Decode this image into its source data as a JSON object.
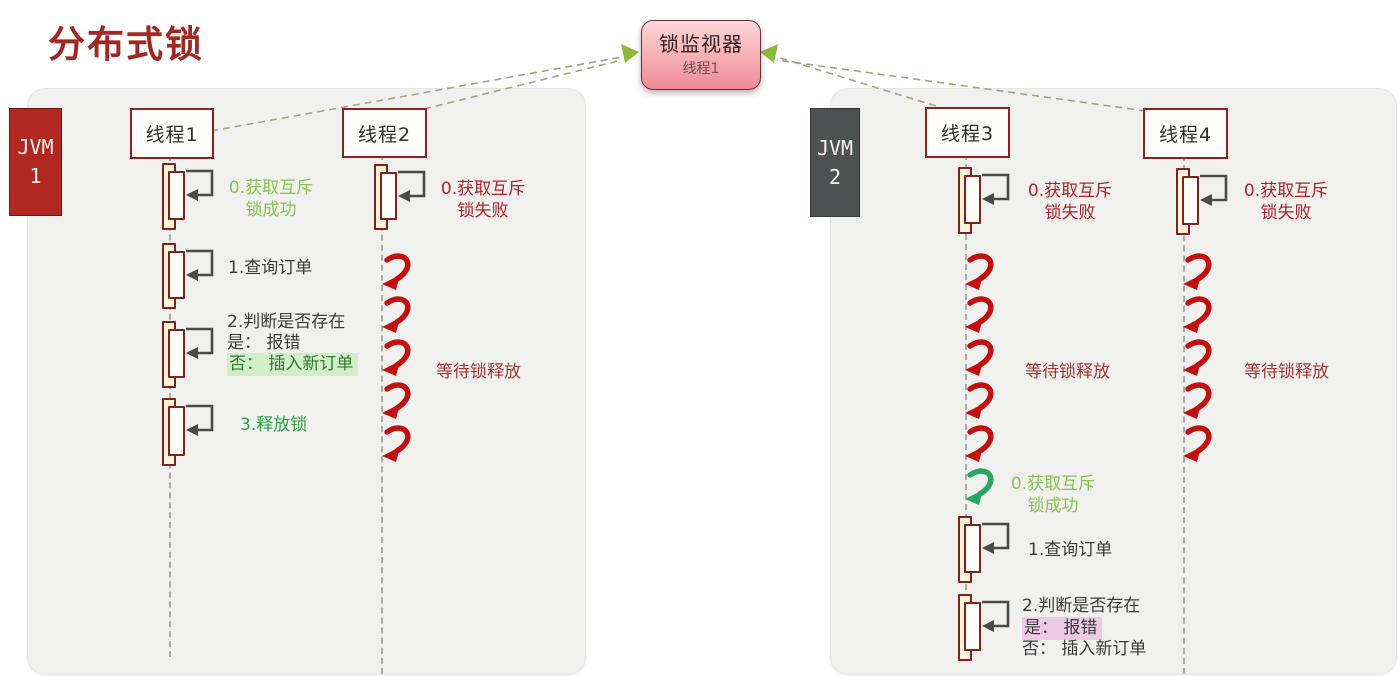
{
  "title": "分布式锁",
  "monitor": {
    "title": "锁监视器",
    "subtitle": "线程1"
  },
  "jvms": {
    "jvm1": {
      "line1": "JVM",
      "line2": "1"
    },
    "jvm2": {
      "line1": "JVM",
      "line2": "2"
    }
  },
  "threads": {
    "t1": "线程1",
    "t2": "线程2",
    "t3": "线程3",
    "t4": "线程4"
  },
  "messages": {
    "acquire_success_line1": "0.获取互斥",
    "acquire_success_line2": "锁成功",
    "acquire_fail_line1": "0.获取互斥",
    "acquire_fail_line2": "锁失败",
    "query_order": "1.查询订单",
    "judge_exists": "2.判断是否存在",
    "yes_error": "是： 报错",
    "no_insert": "否： 插入新订单",
    "release_lock": "3.释放锁",
    "wait_release": "等待锁释放"
  },
  "wait_arrows": {
    "t2_red": 5,
    "t3_red": 5,
    "t3_green": 1,
    "t4_red": 5
  },
  "colors": {
    "title_red": "#a32824",
    "jvm1_bg": "#b0281f",
    "jvm2_bg": "#4c5152",
    "monitor_gradient_top": "#fcd7d9",
    "monitor_gradient_bottom": "#ef8a94",
    "box_border_red": "#8e211d",
    "success_green": "#8cc152",
    "release_green": "#2f9e44",
    "fail_red": "#ad2328",
    "wait_red": "#a23632",
    "retry_arrow_red": "#c40f0f",
    "retry_arrow_green": "#2aa45e",
    "highlight_green": "#d2eec6",
    "highlight_pink": "#eccae6",
    "connector_olive": "#a3a383",
    "connector_arrow_green": "#8cb83e"
  }
}
